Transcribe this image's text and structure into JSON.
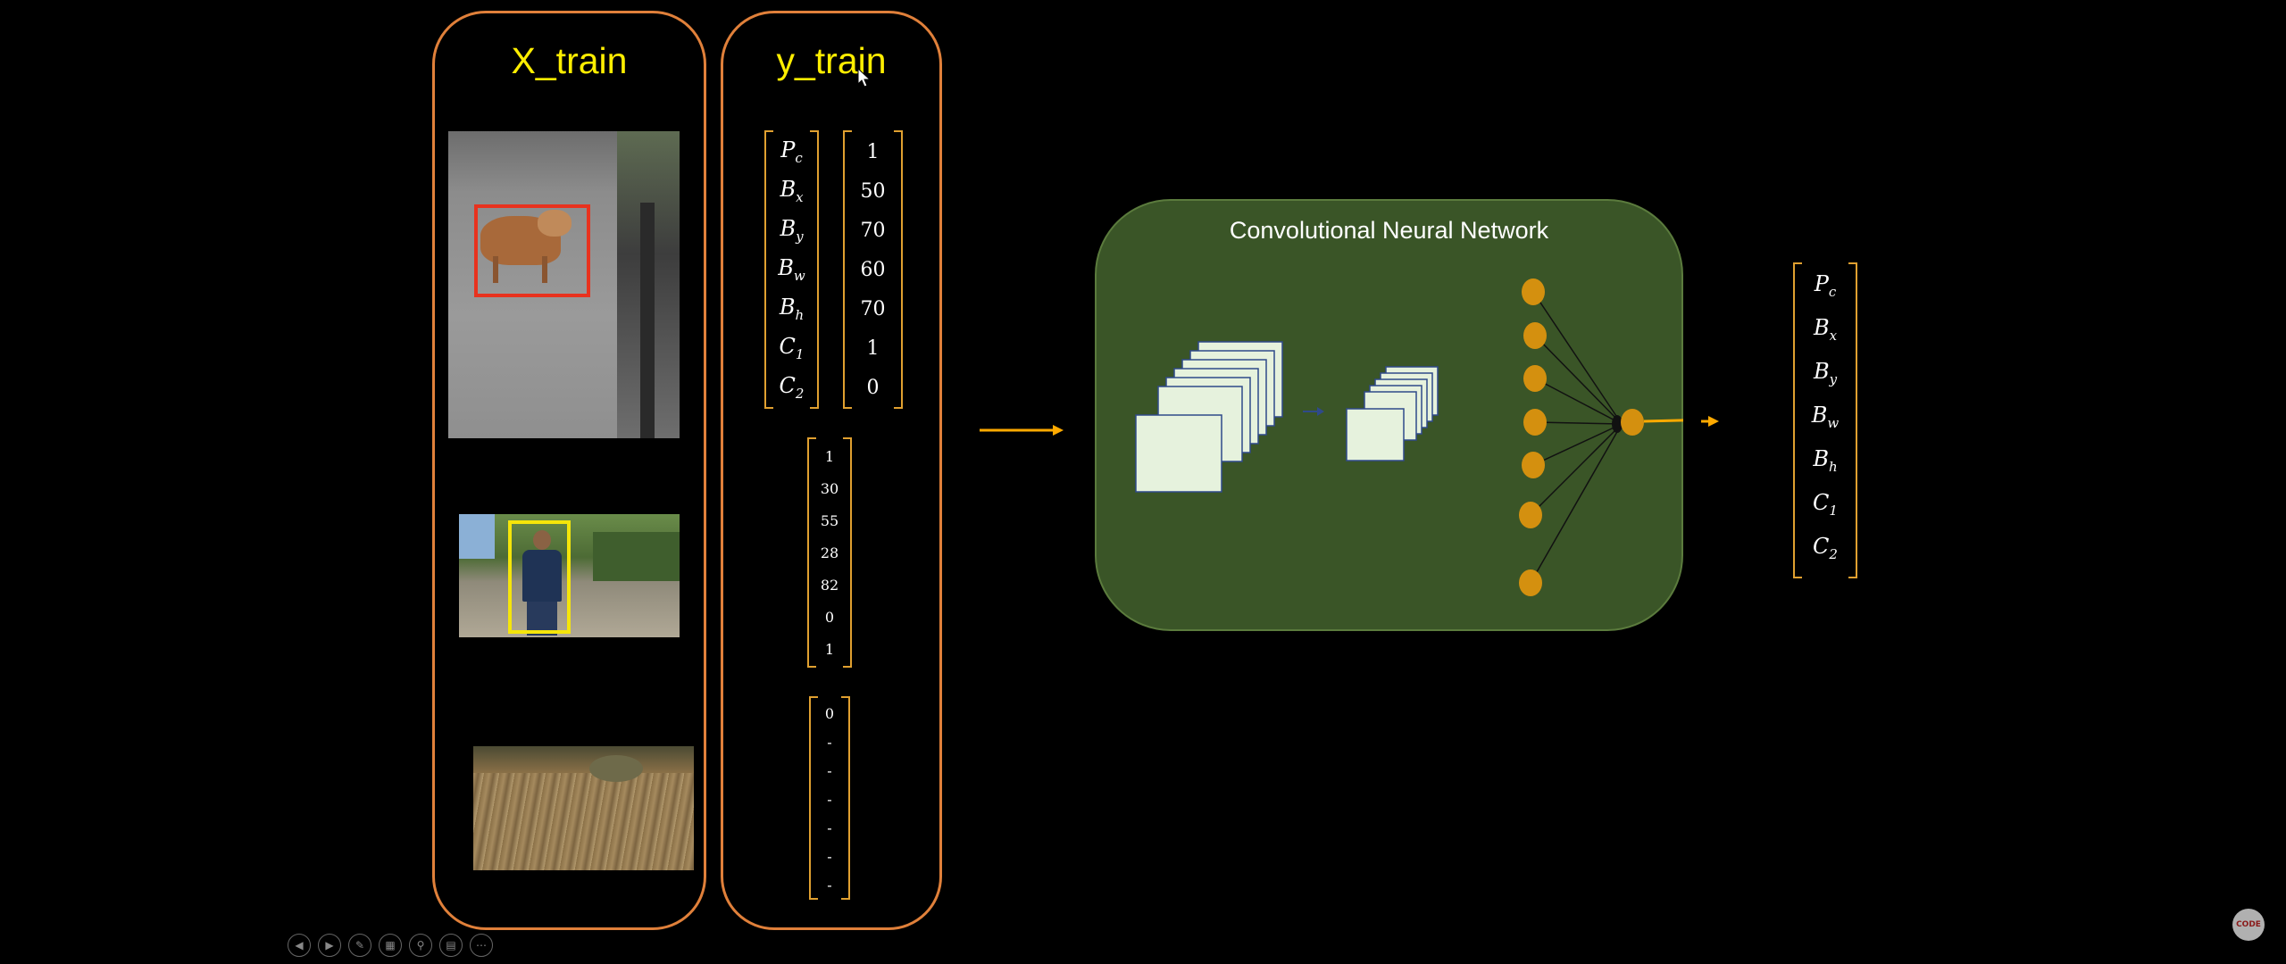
{
  "x_train": {
    "title": "X_train"
  },
  "y_train": {
    "title": "y_train",
    "labels": [
      {
        "base": "P",
        "sub": "c"
      },
      {
        "base": "B",
        "sub": "x"
      },
      {
        "base": "B",
        "sub": "y"
      },
      {
        "base": "B",
        "sub": "w"
      },
      {
        "base": "B",
        "sub": "h"
      },
      {
        "base": "C",
        "sub": "1"
      },
      {
        "base": "C",
        "sub": "2"
      }
    ],
    "values1": [
      "1",
      "50",
      "70",
      "60",
      "70",
      "1",
      "0"
    ],
    "values2": [
      "1",
      "30",
      "55",
      "28",
      "82",
      "0",
      "1"
    ],
    "values3": [
      "0",
      "-",
      "-",
      "-",
      "-",
      "-",
      "-"
    ]
  },
  "cnn": {
    "title": "Convolutional Neural Network"
  },
  "output": {
    "labels": [
      {
        "base": "P",
        "sub": "c"
      },
      {
        "base": "B",
        "sub": "x"
      },
      {
        "base": "B",
        "sub": "y"
      },
      {
        "base": "B",
        "sub": "w"
      },
      {
        "base": "B",
        "sub": "h"
      },
      {
        "base": "C",
        "sub": "1"
      },
      {
        "base": "C",
        "sub": "2"
      }
    ]
  },
  "colors": {
    "panel_border": "#e0803a",
    "title": "#ffee00",
    "bracket": "#e0a030",
    "cnn_fill": "#3a5527",
    "neuron": "#d4900f",
    "dog_box": "#e8321e",
    "person_box": "#f5e50a"
  },
  "controls": [
    "prev-icon",
    "next-icon",
    "pen-icon",
    "slides-icon",
    "zoom-icon",
    "subtitle-icon",
    "more-icon"
  ],
  "logo": {
    "text": "CODE"
  }
}
